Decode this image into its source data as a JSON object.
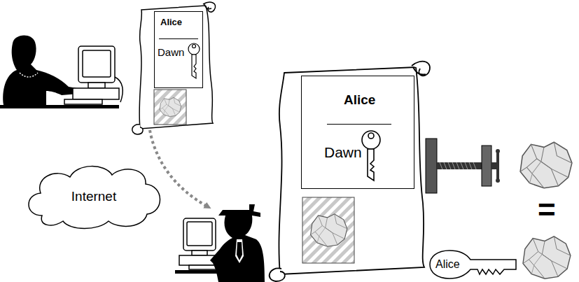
{
  "diagram": {
    "nodes": [
      {
        "text": [
          "Alice",
          "Dawn"
        ]
      },
      {
        "text": [
          "Internet"
        ]
      },
      {
        "text": [
          "Alice",
          "Dawn"
        ]
      },
      {
        "text": [
          "Alice"
        ]
      }
    ],
    "labels": [
      "="
    ]
  }
}
